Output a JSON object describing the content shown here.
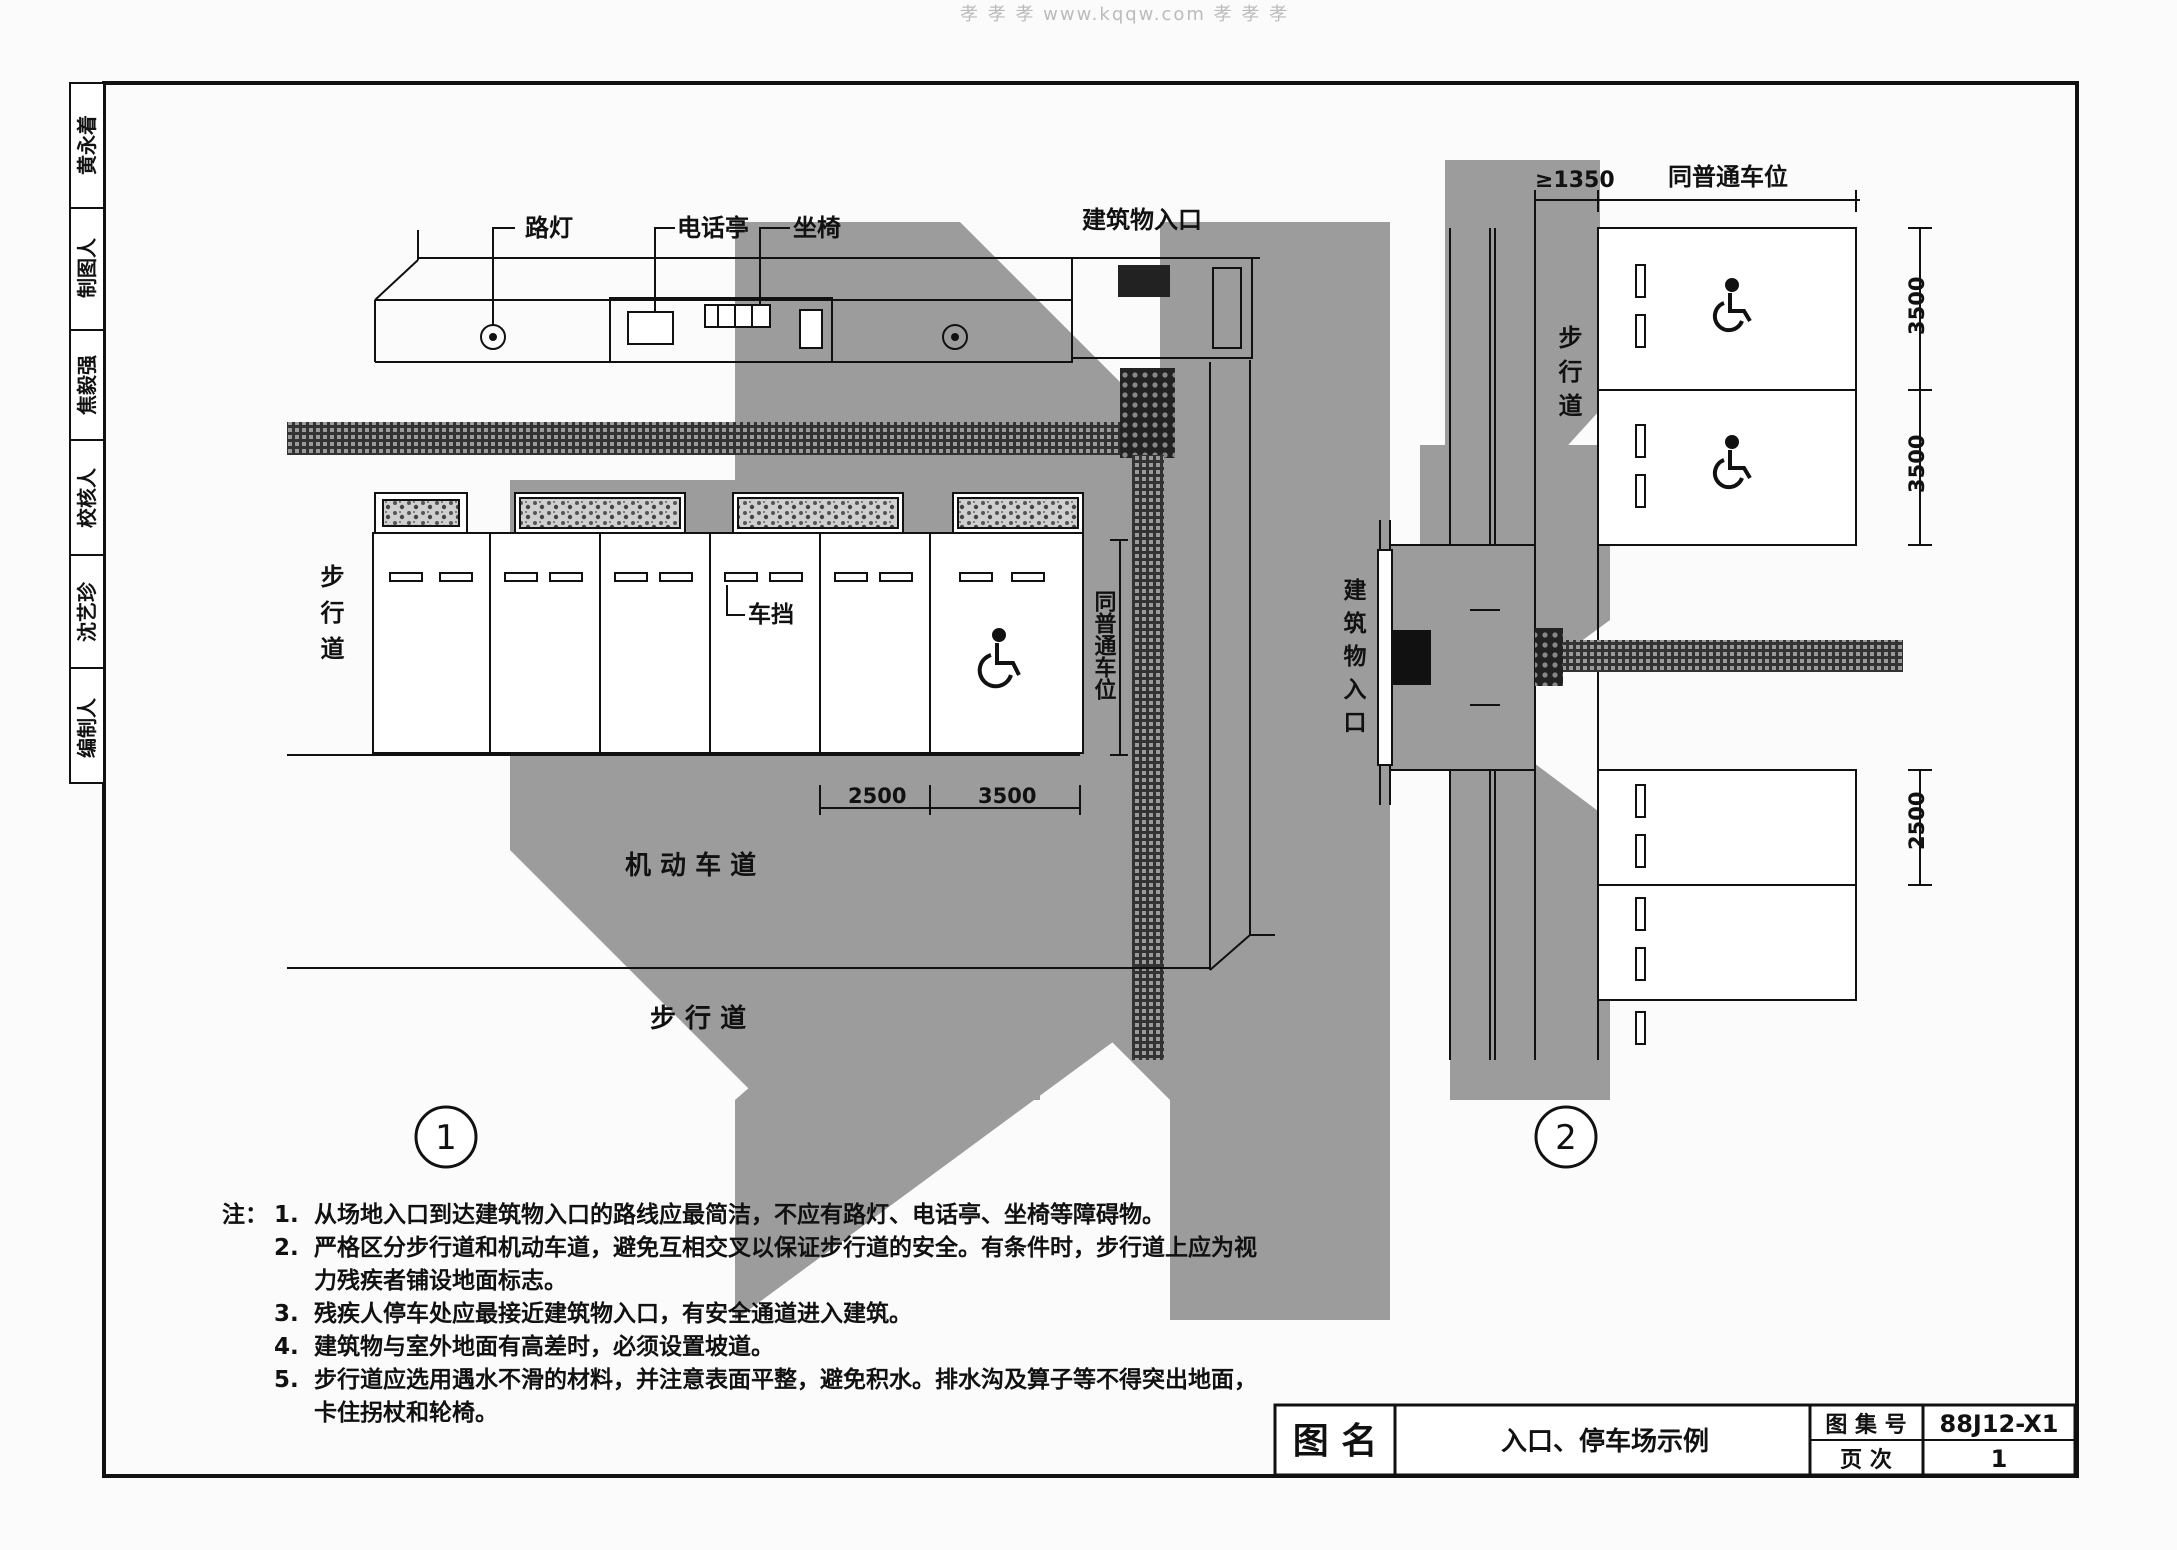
{
  "watermark": "孝 孝 孝 www.kqqw.com 孝 孝 孝",
  "signature_column": [
    "黄永着",
    "制图人",
    "焦毅强",
    "校核人",
    "沈艺珍",
    "编制人"
  ],
  "figure1": {
    "circle_number": "1",
    "labels": {
      "street_light": "路灯",
      "phone_booth": "电话亭",
      "bench": "坐椅",
      "building_entrance": "建筑物入口",
      "walkway_left": "步行道",
      "wheel_stop": "车挡",
      "same_as_regular": "同普通车位",
      "vehicle_lane": "机 动 车 道",
      "walkway_bottom": "步 行 道"
    },
    "dimensions": {
      "dim_a": "2500",
      "dim_b": "3500"
    }
  },
  "figure2": {
    "circle_number": "2",
    "labels": {
      "min_width": "≥1350",
      "same_as_regular": "同普通车位",
      "walkway": "步行道",
      "building_entrance": "建筑物入口"
    },
    "dimensions": {
      "dim_a": "3500",
      "dim_b": "3500",
      "dim_c": "2500"
    }
  },
  "notes": {
    "prefix": "注：",
    "items": [
      {
        "num": "1.",
        "text": "从场地入口到达建筑物入口的路线应最简洁，不应有路灯、电话亭、坐椅等障碍物。"
      },
      {
        "num": "2.",
        "text": "严格区分步行道和机动车道，避免互相交叉以保证步行道的安全。有条件时，步行道上应为视力残疾者铺设地面标志。"
      },
      {
        "num": "3.",
        "text": "残疾人停车处应最接近建筑物入口，有安全通道进入建筑。"
      },
      {
        "num": "4.",
        "text": "建筑物与室外地面有高差时，必须设置坡道。"
      },
      {
        "num": "5.",
        "text": "步行道应选用遇水不滑的材料，并注意表面平整，避免积水。排水沟及算子等不得突出地面，卡住拐杖和轮椅。"
      }
    ]
  },
  "title_block": {
    "name_label": "图 名",
    "name_value": "入口、停车场示例",
    "atlas_label": "图 集 号",
    "atlas_value": "88J12-X1",
    "page_label": "页  次",
    "page_value": "1"
  }
}
